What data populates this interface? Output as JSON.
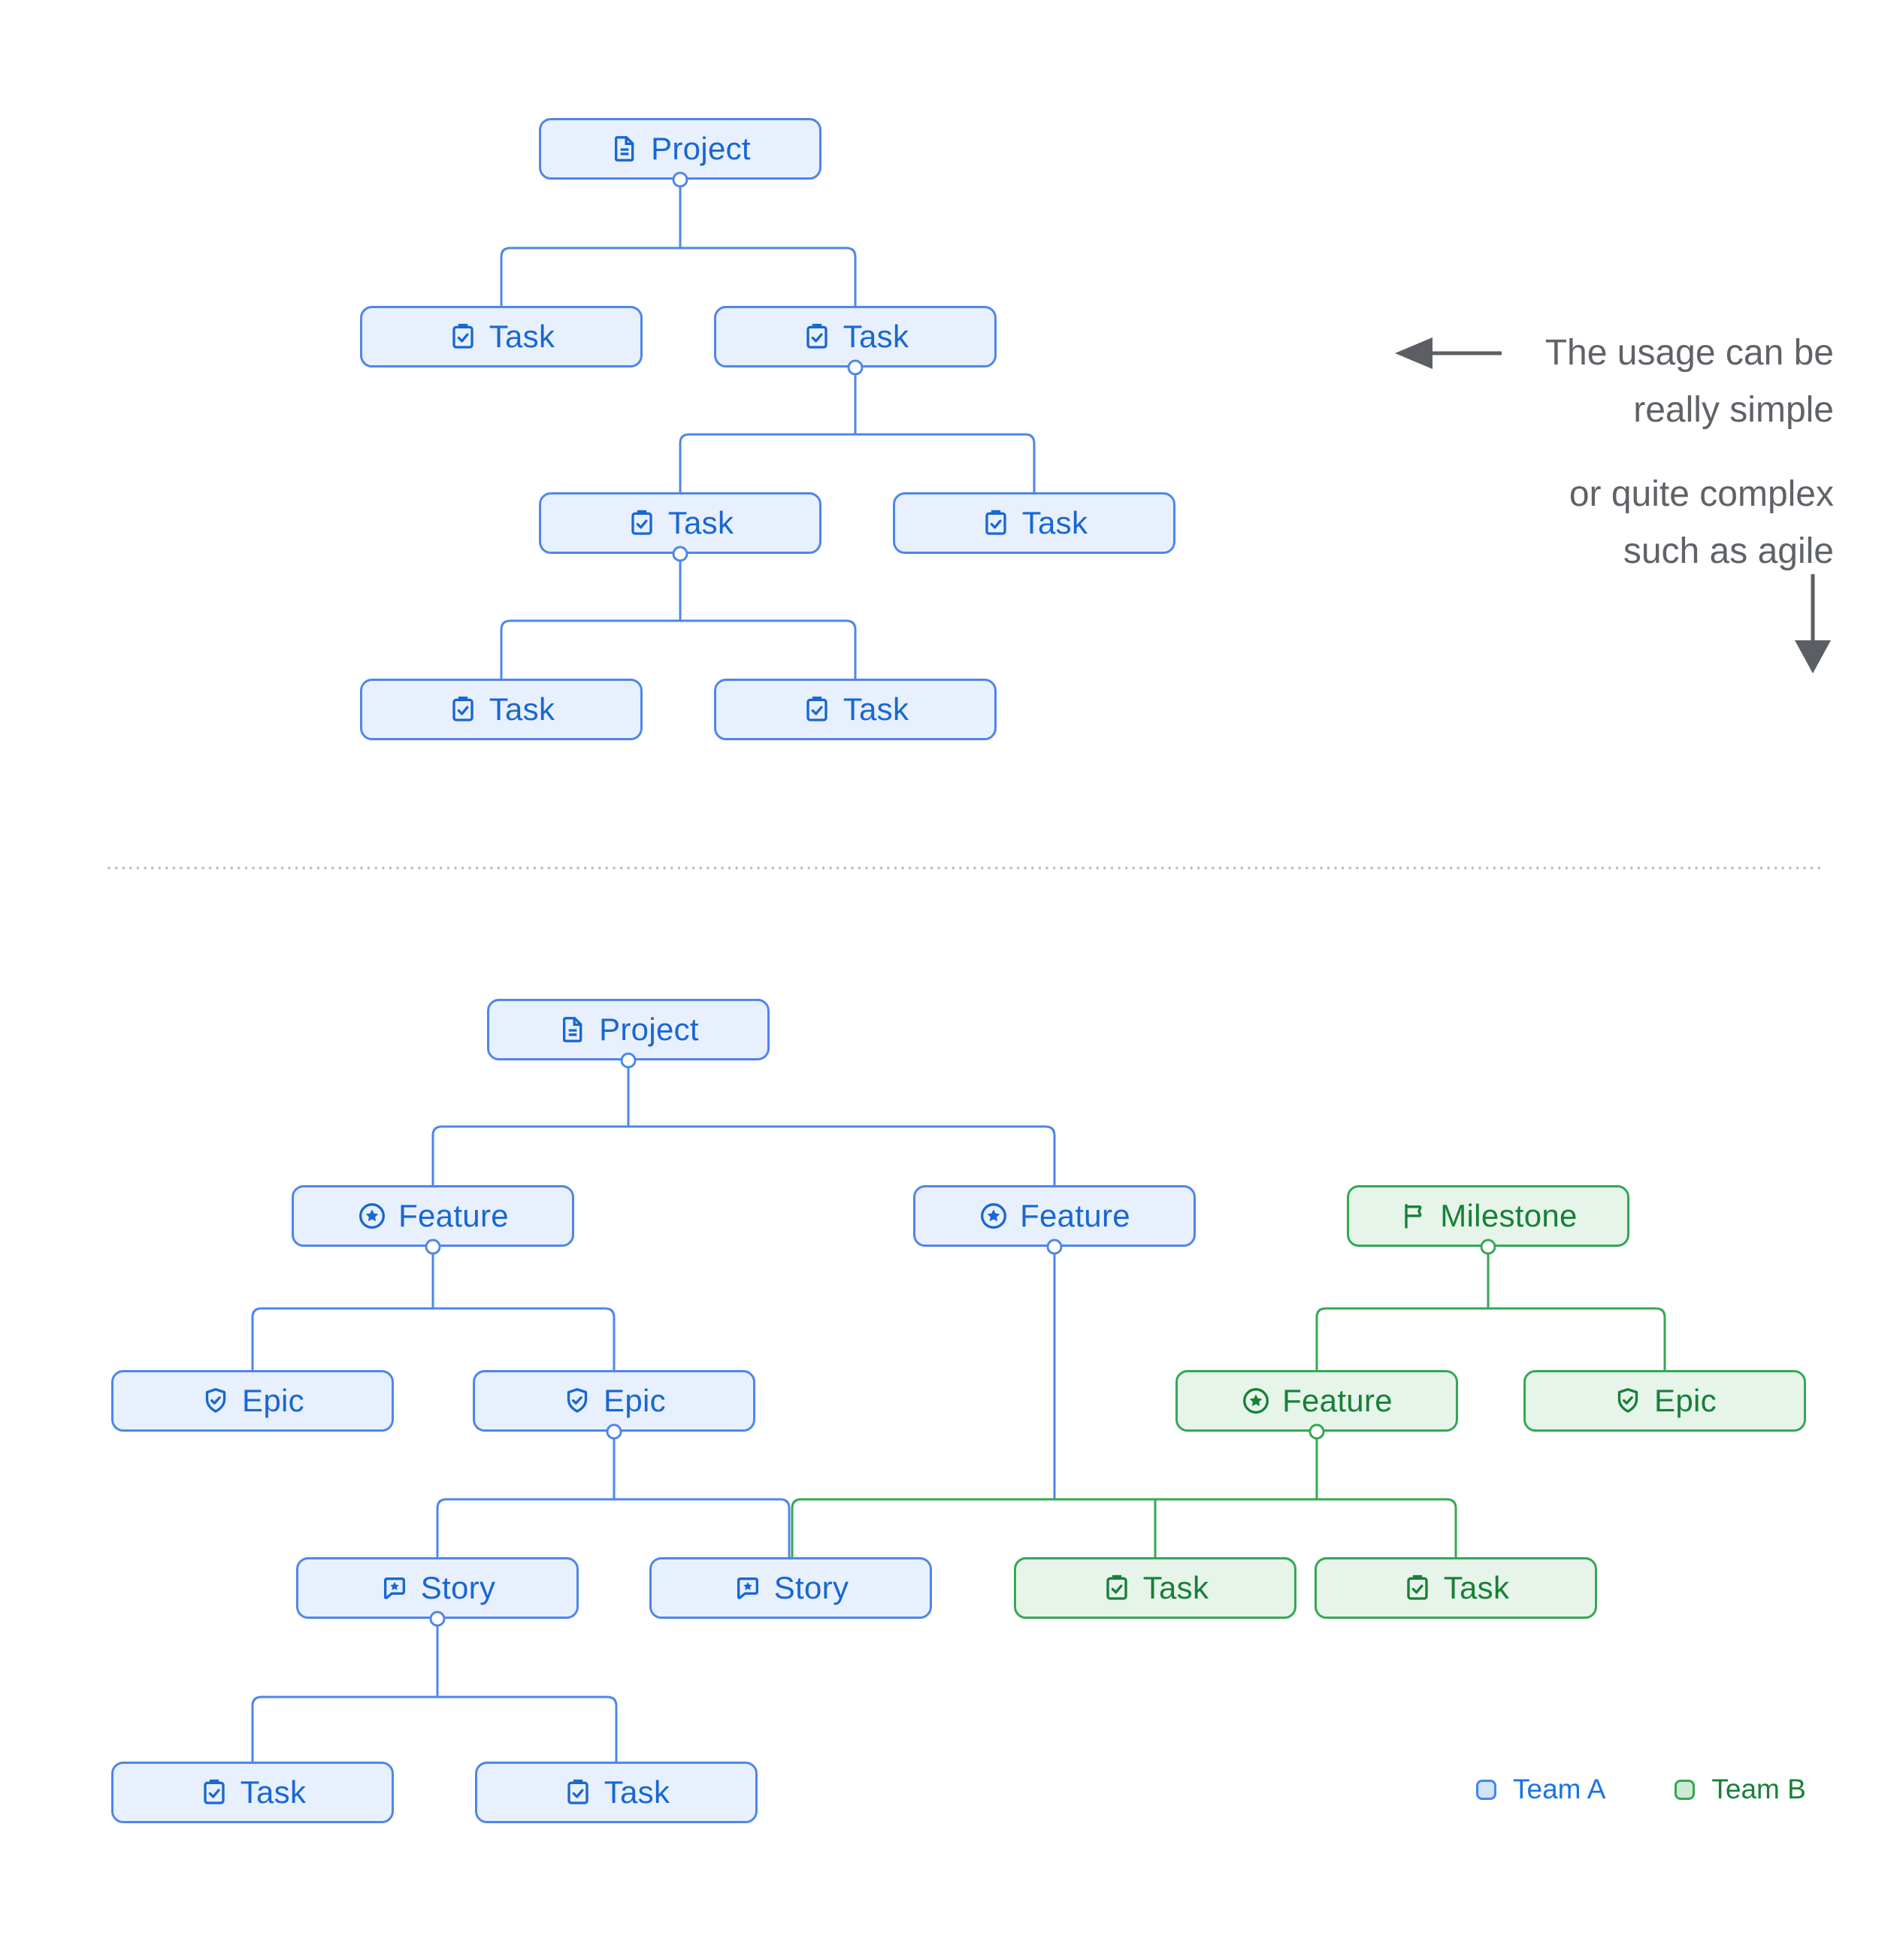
{
  "palette": {
    "team_a_border": "#4e86ec",
    "team_a_fill": "#e8f0fe",
    "team_a_text": "#1967d2",
    "team_b_border": "#34a853",
    "team_b_fill": "#e6f4ea",
    "team_b_text": "#188038",
    "annotation_text": "#5f6368",
    "divider_dots": "#b9bdc2"
  },
  "annotation": {
    "lines": [
      "The usage can be",
      "really simple",
      "or quite complex",
      "such as agile"
    ]
  },
  "legend": {
    "team_a": "Team A",
    "team_b": "Team B"
  },
  "nodes": [
    {
      "label": "Project",
      "type": "project",
      "team": "A"
    },
    {
      "label": "Task",
      "type": "task",
      "team": "A"
    },
    {
      "label": "Task",
      "type": "task",
      "team": "A"
    },
    {
      "label": "Task",
      "type": "task",
      "team": "A"
    },
    {
      "label": "Task",
      "type": "task",
      "team": "A"
    },
    {
      "label": "Task",
      "type": "task",
      "team": "A"
    },
    {
      "label": "Task",
      "type": "task",
      "team": "A"
    },
    {
      "label": "Project",
      "type": "project",
      "team": "A"
    },
    {
      "label": "Feature",
      "type": "feature",
      "team": "A"
    },
    {
      "label": "Feature",
      "type": "feature",
      "team": "A"
    },
    {
      "label": "Milestone",
      "type": "milestone",
      "team": "B"
    },
    {
      "label": "Epic",
      "type": "epic",
      "team": "A"
    },
    {
      "label": "Epic",
      "type": "epic",
      "team": "A"
    },
    {
      "label": "Feature",
      "type": "feature",
      "team": "B"
    },
    {
      "label": "Epic",
      "type": "epic",
      "team": "B"
    },
    {
      "label": "Story",
      "type": "story",
      "team": "A"
    },
    {
      "label": "Story",
      "type": "story",
      "team": "A"
    },
    {
      "label": "Task",
      "type": "task",
      "team": "B"
    },
    {
      "label": "Task",
      "type": "task",
      "team": "B"
    },
    {
      "label": "Task",
      "type": "task",
      "team": "A"
    },
    {
      "label": "Task",
      "type": "task",
      "team": "A"
    }
  ]
}
